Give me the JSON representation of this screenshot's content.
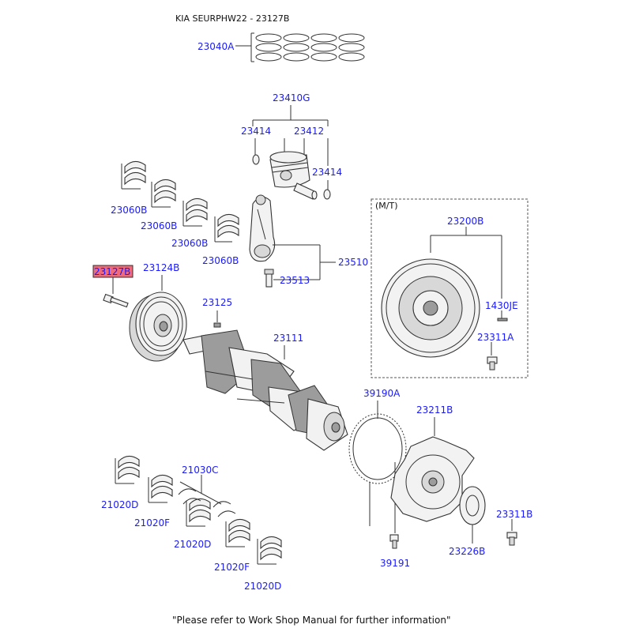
{
  "header": {
    "title": "KIA SEURPHW22 - 23127B"
  },
  "footer": {
    "note": "\"Please refer to Work Shop Manual for further information\""
  },
  "mt_box": {
    "label": "(M/T)"
  },
  "parts": {
    "p23040A": "23040A",
    "p23410G": "23410G",
    "p23414a": "23414",
    "p23412": "23412",
    "p23414b": "23414",
    "p23060B_1": "23060B",
    "p23060B_2": "23060B",
    "p23060B_3": "23060B",
    "p23060B_4": "23060B",
    "p23127B": "23127B",
    "p23124B": "23124B",
    "p23513": "23513",
    "p23510": "23510",
    "p23125": "23125",
    "p23111": "23111",
    "p23200B": "23200B",
    "p1430JE": "1430JE",
    "p23311A": "23311A",
    "p39190A": "39190A",
    "p23211B": "23211B",
    "p21030C": "21030C",
    "p21020D_1": "21020D",
    "p21020F_1": "21020F",
    "p21020D_2": "21020D",
    "p21020F_2": "21020F",
    "p21020D_3": "21020D",
    "p23311B": "23311B",
    "p23226B": "23226B",
    "p39191": "39191"
  },
  "highlight": {
    "selected_part": "23127B",
    "color": "#f06a7a"
  },
  "colors": {
    "label": "#1a1aff",
    "line": "#333333"
  }
}
